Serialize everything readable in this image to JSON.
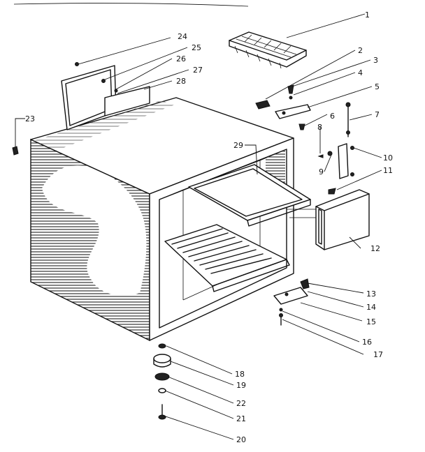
{
  "diagram": {
    "parts": [
      {
        "id": "1",
        "label": "1"
      },
      {
        "id": "2",
        "label": "2"
      },
      {
        "id": "3",
        "label": "3"
      },
      {
        "id": "4",
        "label": "4"
      },
      {
        "id": "5",
        "label": "5"
      },
      {
        "id": "6",
        "label": "6"
      },
      {
        "id": "7",
        "label": "7"
      },
      {
        "id": "8",
        "label": "8"
      },
      {
        "id": "9",
        "label": "9"
      },
      {
        "id": "10",
        "label": "10"
      },
      {
        "id": "11",
        "label": "11"
      },
      {
        "id": "12",
        "label": "12"
      },
      {
        "id": "13",
        "label": "13"
      },
      {
        "id": "14",
        "label": "14"
      },
      {
        "id": "15",
        "label": "15"
      },
      {
        "id": "16",
        "label": "16"
      },
      {
        "id": "17",
        "label": "17"
      },
      {
        "id": "18",
        "label": "18"
      },
      {
        "id": "19",
        "label": "19"
      },
      {
        "id": "20",
        "label": "20"
      },
      {
        "id": "21",
        "label": "21"
      },
      {
        "id": "22",
        "label": "22"
      },
      {
        "id": "23",
        "label": "23"
      },
      {
        "id": "24",
        "label": "24"
      },
      {
        "id": "25",
        "label": "25"
      },
      {
        "id": "26",
        "label": "26"
      },
      {
        "id": "27",
        "label": "27"
      },
      {
        "id": "28",
        "label": "28"
      },
      {
        "id": "29",
        "label": "29"
      }
    ]
  }
}
